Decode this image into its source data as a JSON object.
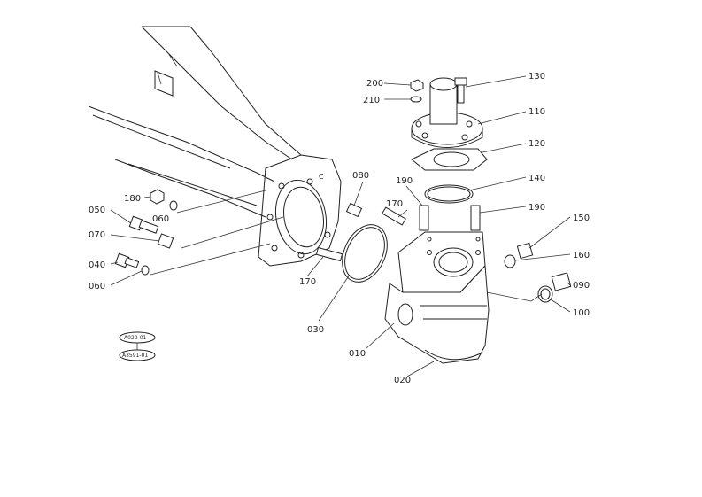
{
  "parts": {
    "p200": "200",
    "p210": "210",
    "p130": "130",
    "p110": "110",
    "p120": "120",
    "p140": "140",
    "p190a": "190",
    "p190b": "190",
    "p150": "150",
    "p160": "160",
    "p090": "090",
    "p100": "100",
    "p080": "080",
    "p170a": "170",
    "p170b": "170",
    "p180": "180",
    "p060a": "060",
    "p050": "050",
    "p070": "070",
    "p040": "040",
    "p060b": "060",
    "p030": "030",
    "p010": "010",
    "p020": "020"
  },
  "refs": {
    "ref1": "A020-01",
    "ref2": "A3591-01"
  }
}
